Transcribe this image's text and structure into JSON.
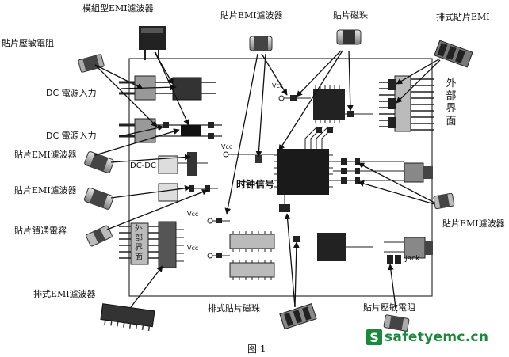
{
  "labels": {
    "module_emi": "模組型EMI濾波器",
    "chip_emi_top": "貼片EMI濾波器",
    "chip_bead_top": "貼片磁珠",
    "array_emi_top": "排式貼片EMI",
    "chip_varistor_left": "貼片壓敏電阻",
    "dc_input_1": "DC 電源入力",
    "dc_input_2": "DC 電源入力",
    "chip_emi_left_1": "貼片EMI濾波器",
    "chip_emi_left_2": "貼片EMI濾波器",
    "feedthrough_cap": "貼片饋通電容",
    "array_emi_bottom": "排式EMI濾波器",
    "array_bead_bottom": "排式貼片磁珠",
    "chip_varistor_right": "貼片壓敏電阻",
    "chip_emi_right": "貼片EMI濾波器",
    "external_interface_right": "外部界面",
    "external_interface_left": "外部界面",
    "clock_signal": "时钟信号",
    "dcdc": "DC-DC",
    "vcc": "Vcc",
    "jack": "Jack",
    "figure_caption": "图 1"
  },
  "logo": {
    "mark": "S",
    "text": "safetyemc.cn",
    "color": "#1a8a3a"
  }
}
